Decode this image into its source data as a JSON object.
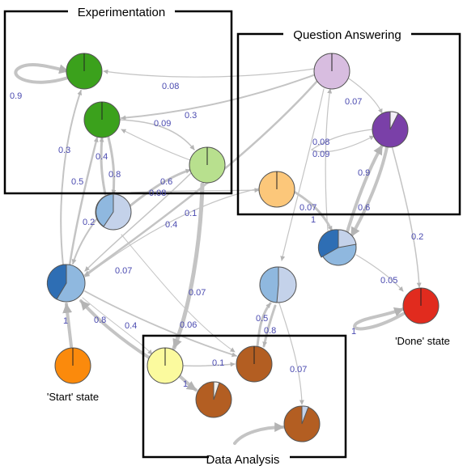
{
  "groups": {
    "experimentation": "Experimentation",
    "question_answering": "Question Answering",
    "data_analysis": "Data Analysis"
  },
  "state_labels": {
    "start": "'Start' state",
    "done": "'Done' state"
  },
  "edge_labels": {
    "l09_exp": "0.9",
    "l008": "0.08",
    "l03a": "0.3",
    "l009": "0.09",
    "l03b": "0.3",
    "l04a": "0.4",
    "l08a": "0.8",
    "l05a": "0.5",
    "l06a": "0.6",
    "l008b": "0.08",
    "l02a": "0.2",
    "l01a": "0.1",
    "l04b": "0.4",
    "l007a": "0.07",
    "l008c": "0.08",
    "l009b": "0.09",
    "l07qa": "0.07",
    "l09qa": "0.9",
    "l06qa": "0.6",
    "l007b": "0.07",
    "l1a": "1",
    "l02b": "0.2",
    "l005": "0.05",
    "l007c": "0.07",
    "l1b": "1",
    "l08b": "0.8",
    "l04c": "0.4",
    "l006": "0.06",
    "l05b": "0.5",
    "l08c": "0.8",
    "l01b": "0.1",
    "l1c": "1",
    "l007d": "0.07",
    "l1d": "1"
  },
  "colors": {
    "dark_green": "#3ba11c",
    "light_green": "#b8e08e",
    "lavender": "#d8bde0",
    "purple": "#7a40a8",
    "light_orange": "#fcc77a",
    "pale_blue": "#c4d2ea",
    "mid_blue": "#8fb8df",
    "dark_blue": "#2e6eb4",
    "red": "#e12b1e",
    "orange": "#fb8a0c",
    "pale_yellow": "#fbfa9e",
    "brown": "#b35e22",
    "edge": "#c0c0c0",
    "label": "#4a4ab0"
  }
}
